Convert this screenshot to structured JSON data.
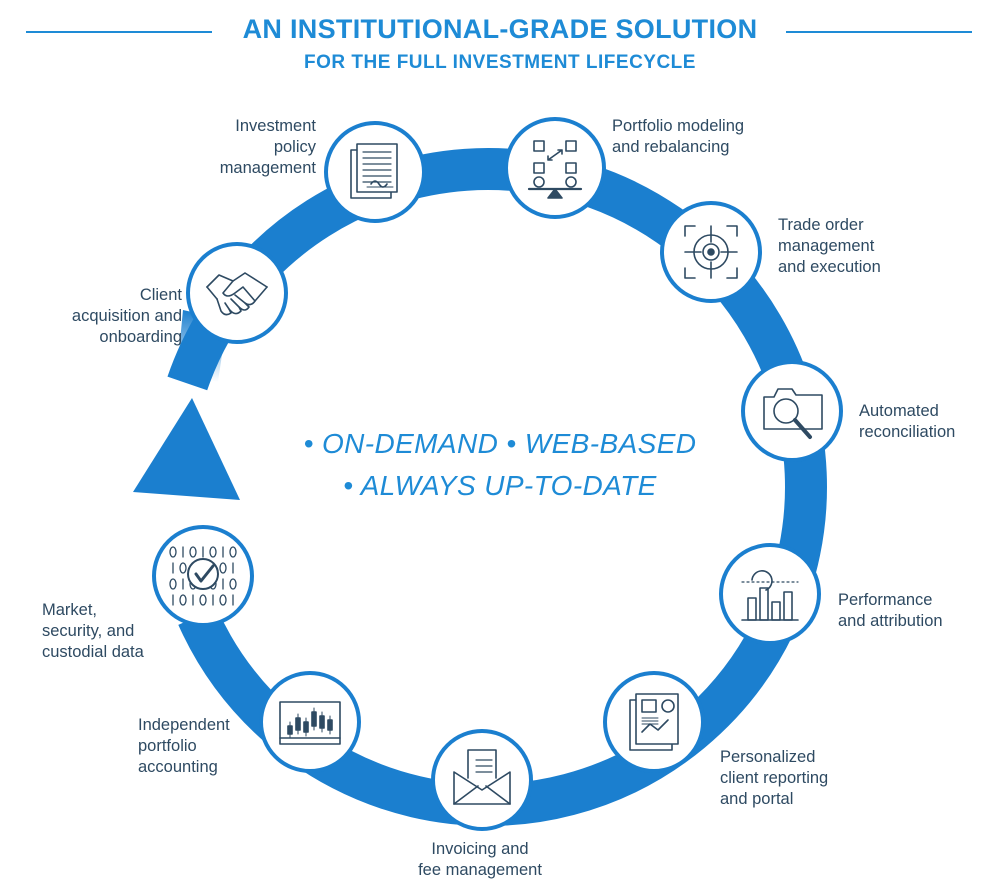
{
  "title": {
    "line1": "AN INSTITUTIONAL-GRADE SOLUTION",
    "line2": "FOR THE FULL INVESTMENT LIFECYCLE"
  },
  "tagline": {
    "line1": "• ON-DEMAND • WEB-BASED",
    "line2": "• ALWAYS UP-TO-DATE"
  },
  "colors": {
    "accent": "#1e8bd6",
    "ring": "#1b7fcf",
    "icon": "#2e4a62",
    "text": "#2e4a62"
  },
  "stages": [
    {
      "id": "client-acquisition",
      "icon": "handshake-icon",
      "label": [
        "Client",
        "acquisition and",
        "onboarding"
      ]
    },
    {
      "id": "investment-policy",
      "icon": "document-icon",
      "label": [
        "Investment",
        "policy",
        "management"
      ]
    },
    {
      "id": "portfolio-modeling",
      "icon": "balance-icon",
      "label": [
        "Portfolio modeling",
        "and rebalancing"
      ]
    },
    {
      "id": "trade-order",
      "icon": "target-icon",
      "label": [
        "Trade order",
        "management",
        "and execution"
      ]
    },
    {
      "id": "reconciliation",
      "icon": "folder-search-icon",
      "label": [
        "Automated",
        "reconciliation"
      ]
    },
    {
      "id": "performance",
      "icon": "bar-chart-icon",
      "label": [
        "Performance",
        "and attribution"
      ]
    },
    {
      "id": "client-reporting",
      "icon": "report-icon",
      "label": [
        "Personalized",
        "client reporting",
        "and portal"
      ]
    },
    {
      "id": "invoicing",
      "icon": "invoice-icon",
      "label": [
        "Invoicing and",
        "fee management"
      ]
    },
    {
      "id": "accounting",
      "icon": "candlestick-icon",
      "label": [
        "Independent",
        "portfolio",
        "accounting"
      ]
    },
    {
      "id": "market-data",
      "icon": "binary-check-icon",
      "label": [
        "Market,",
        "security, and",
        "custodial data"
      ]
    }
  ]
}
